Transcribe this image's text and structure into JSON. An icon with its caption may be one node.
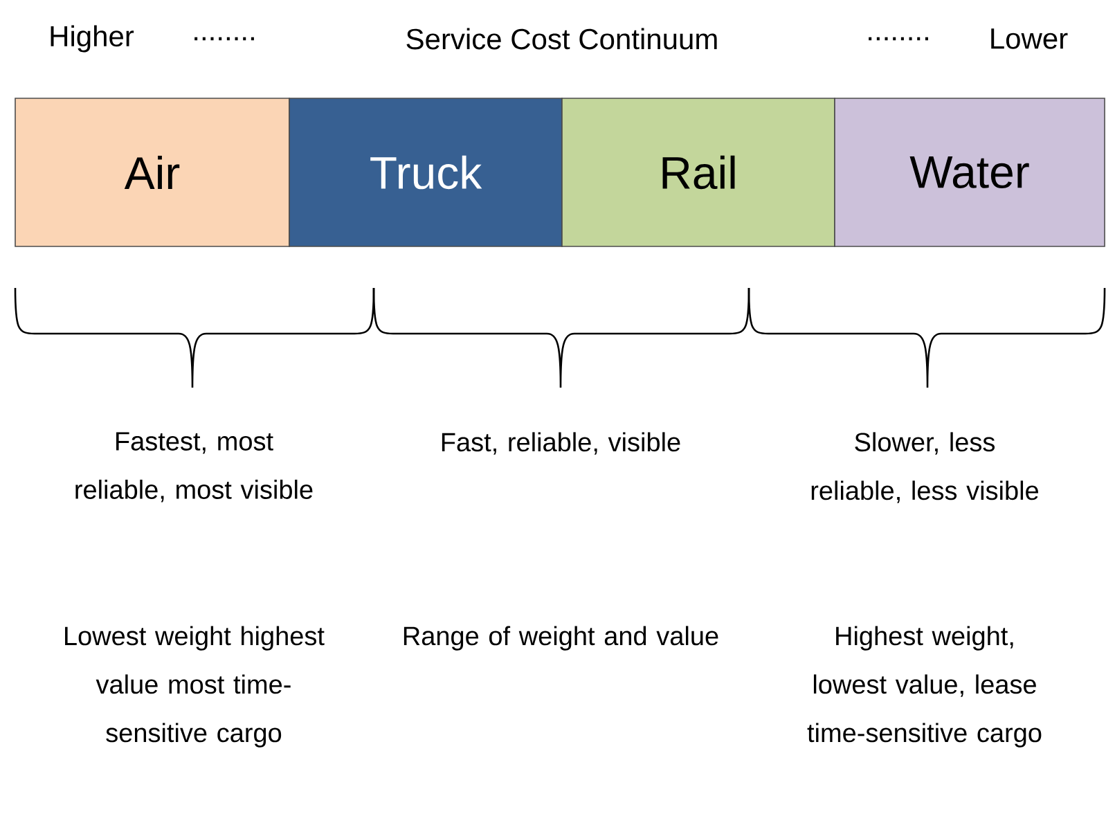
{
  "diagram": {
    "nodes": [
      {
        "text": [
          "Air"
        ]
      },
      {
        "text": [
          "Truck"
        ]
      },
      {
        "text": [
          "Rail"
        ]
      },
      {
        "text": [
          "Water"
        ]
      }
    ],
    "labels": [
      "Higher",
      "........",
      "Service Cost Continuum",
      "........",
      "Lower",
      "Fastest, most reliable, most visible",
      "Fast, reliable, visible",
      "Slower, less reliable, less visible",
      "Lowest weight highest value most time-sensitive cargo",
      "Range of weight and value",
      "Highest weight, lowest value, lease time-sensitive cargo"
    ]
  }
}
